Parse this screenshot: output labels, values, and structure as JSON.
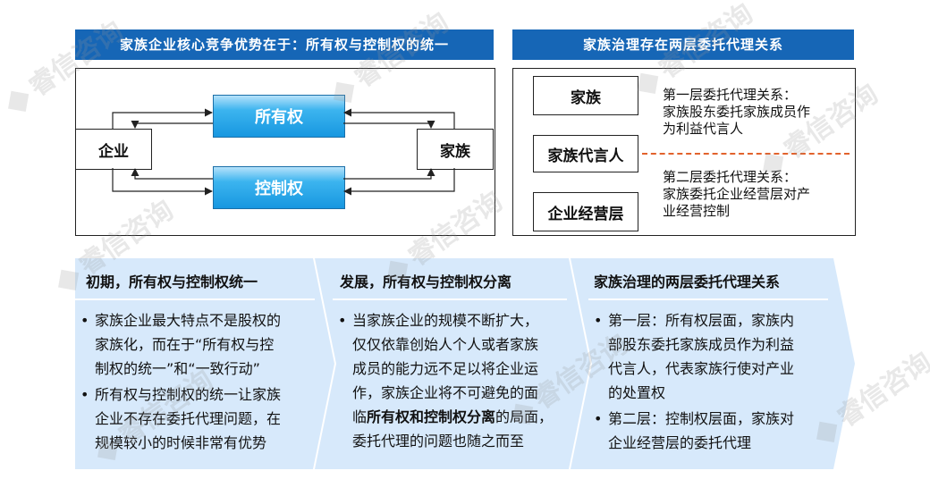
{
  "left_panel": {
    "title": "家族企业核心竞争优势在于：所有权与控制权的统一",
    "enterprise": "企业",
    "family": "家族",
    "ownership": "所有权",
    "control": "控制权"
  },
  "right_panel": {
    "title": "家族治理存在两层委托代理关系",
    "boxes": [
      "家族",
      "家族代言人",
      "企业经营层"
    ],
    "layer1": [
      "第一层委托代理关系：",
      "家族股东委托家族成员作",
      "为利益代言人"
    ],
    "layer2": [
      "第二层委托代理关系：",
      "家族委托企业经营层对产",
      "业经营控制"
    ]
  },
  "stages": [
    {
      "title": "初期，所有权与控制权统一",
      "bullets": [
        [
          "家族企业最大特点不是股权的",
          "家族化，而在于“所有权与控",
          "制权的统一”和“一致行动”"
        ],
        [
          "所有权与控制权的统一让家族",
          "企业不存在委托代理问题，在",
          "规模较小的时候非常有优势"
        ]
      ]
    },
    {
      "title": "发展，所有权与控制权分离",
      "bullets": [
        [
          "当家族企业的规模不断扩大，",
          "仅仅依靠创始人个人或者家族",
          "成员的能力远不足以将企业运",
          "作，家族企业将不可避免的面"
        ]
      ],
      "line5_pre": "临",
      "line5_bold": "所有权和控制权分离",
      "line5_post": "的局面，",
      "line6": "委托代理的问题也随之而至"
    },
    {
      "title": "家族治理的两层委托代理关系",
      "bullets": [
        [
          "第一层：所有权层面，家族内",
          "部股东委托家族成员作为利益",
          "代言人，代表家族行使对产业",
          "的处置权"
        ],
        [
          "第二层：控制权层面，家族对",
          "企业经营层的委托代理"
        ]
      ]
    }
  ],
  "watermark": "睿信咨询"
}
